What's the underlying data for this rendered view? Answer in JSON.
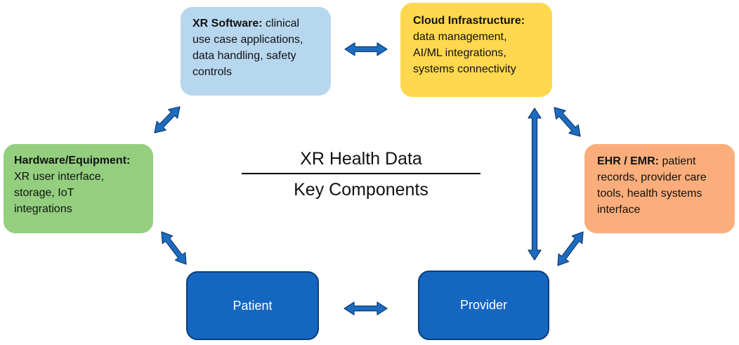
{
  "colors": {
    "xr_software": "#b7d7ef",
    "cloud": "#ffd84f",
    "hardware": "#93cf7e",
    "ehr": "#fbae7b",
    "node": "#1566c0",
    "arrow_fill": "#1e6cc0",
    "arrow_stroke": "#0b3a73"
  },
  "center": {
    "title": "XR Health Data",
    "subtitle": "Key Components"
  },
  "boxes": {
    "xr_software": {
      "title": "XR Software:",
      "lines": [
        "clinical",
        "use case applications,",
        "data handling, safety",
        "controls"
      ]
    },
    "cloud": {
      "title": "Cloud Infrastructure:",
      "lines": [
        "data management,",
        "AI/ML integrations,",
        "systems connectivity"
      ]
    },
    "hardware": {
      "title": "Hardware/Equipment:",
      "lines": [
        "XR user interface,",
        "storage, IoT",
        "integrations"
      ]
    },
    "ehr": {
      "title": "EHR / EMR:",
      "lines": [
        "patient",
        "records, provider care",
        "tools, health systems",
        "interface"
      ]
    }
  },
  "nodes": {
    "patient": "Patient",
    "provider": "Provider"
  }
}
